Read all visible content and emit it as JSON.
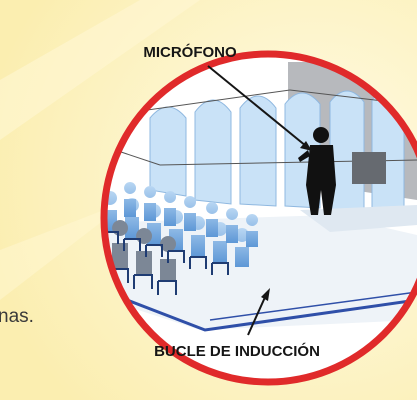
{
  "diagram": {
    "microphone_label": "MICRÓFONO",
    "loop_label": "BUCLE DE INDUCCIÓN",
    "truncated_text": "nas."
  },
  "colors": {
    "background": "#fdf6c8",
    "ring": "#e02a2a",
    "loop_line": "#2f4fa8",
    "silhouette_blue": "#6aa2dc",
    "silhouette_gray": "#7c8796"
  },
  "icons": [
    "microphone-speaker-figure",
    "induction-loop-wire",
    "audience-chairs"
  ]
}
